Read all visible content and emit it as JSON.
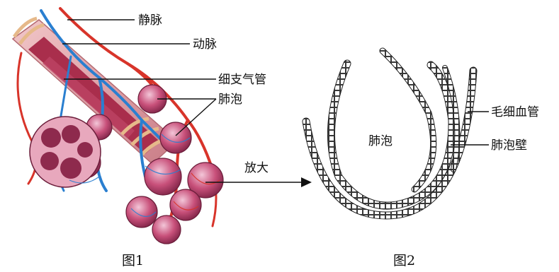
{
  "figure1": {
    "labels": {
      "vein": "静脉",
      "artery": "动脉",
      "bronchiole": "细支气管",
      "alveolus": "肺泡",
      "enlarge": "放大"
    },
    "caption": "图1"
  },
  "figure2": {
    "labels": {
      "alveolus": "肺泡",
      "capillary": "毛细血管",
      "alveolar_wall": "肺泡壁"
    },
    "caption": "图2"
  },
  "colors": {
    "artery": "#d8342a",
    "vein": "#2a7fd0",
    "alveolus_fill": "#c8507a",
    "bronchiole_fill": "#b8324e",
    "ring": "#e6b98a",
    "line": "#111111"
  }
}
